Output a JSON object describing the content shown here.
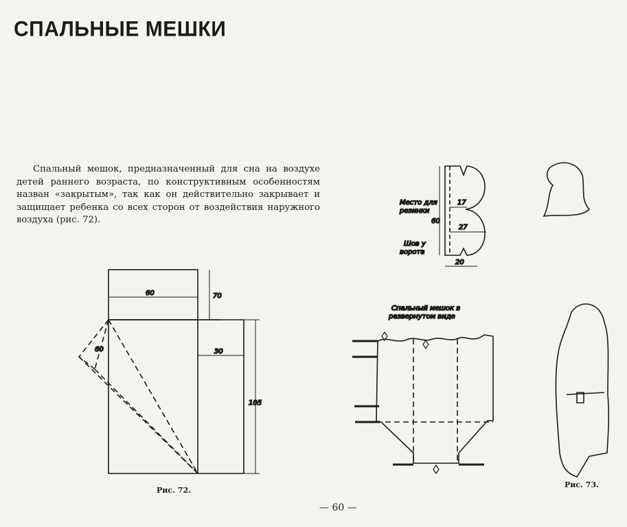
{
  "title": "СПАЛЬНЫЕ МЕШКИ",
  "paragraph": "Спальный мешок, предназначенный для сна на воздухе детей раннего возраста, по конструктивным особенностям назван «закрытым», так как он действительно закрывает и защищает ребенка со всех сторон от воздействия наружного воздуха (рис. 72).",
  "fig72": {
    "caption": "Рис. 72.",
    "dim_width_top": "60",
    "dim_height_top": "70",
    "dim_diagonal": "60",
    "dim_right": "30",
    "dim_height_main": "105"
  },
  "hood_pattern": {
    "label_elastic_1": "Место для",
    "label_elastic_2": "резинки",
    "label_seam_1": "Шов у",
    "label_seam_2": "ворота",
    "dim_height": "60",
    "dim_17": "17",
    "dim_27": "27",
    "dim_20": "20"
  },
  "unfolded": {
    "label_1": "Спальный мешок в",
    "label_2": "развернутом виде"
  },
  "fig73": {
    "caption": "Рис. 73."
  },
  "page_number": "— 60 —"
}
